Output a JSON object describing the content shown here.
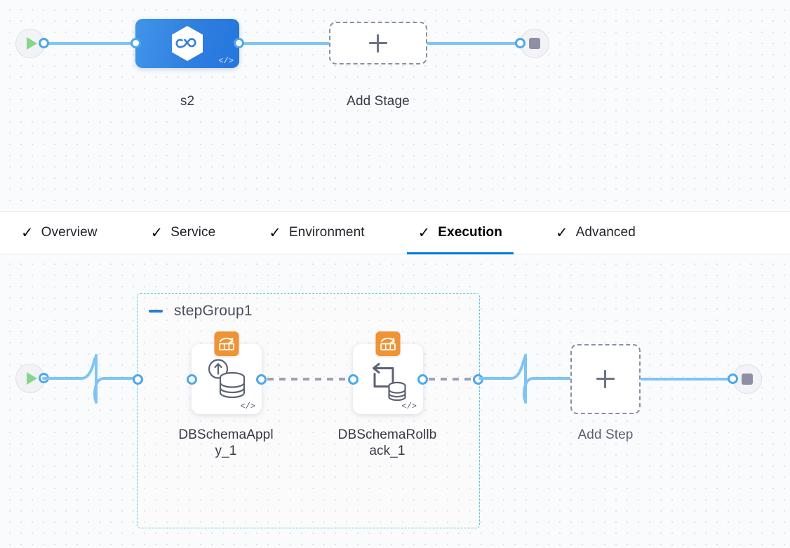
{
  "theme": {
    "accent_blue": "#0278d5",
    "wire_blue": "#7fc4f4",
    "port_blue": "#4da7ec",
    "stage_blue": "#2f7fe0",
    "badge_orange": "#ef9334",
    "group_border": "#56c2e0",
    "canvas_bg": "#fafbfc",
    "dot_color": "#dfe2ea"
  },
  "stage_canvas": {
    "start_node": {
      "icon": "play-icon",
      "label": ""
    },
    "stage": {
      "name": "s2",
      "icon": "harness-hexagon-infinity-icon",
      "code_icon": "code-brackets-icon"
    },
    "add_stage": {
      "label": "Add Stage",
      "icon": "plus-icon"
    },
    "end_node": {
      "icon": "stop-square-icon"
    }
  },
  "tabs": {
    "items": [
      {
        "label": "Overview",
        "icon": "check-icon",
        "active": false
      },
      {
        "label": "Service",
        "icon": "check-icon",
        "active": false
      },
      {
        "label": "Environment",
        "icon": "check-icon",
        "active": false
      },
      {
        "label": "Execution",
        "icon": "check-icon",
        "active": true
      },
      {
        "label": "Advanced",
        "icon": "check-icon",
        "active": false
      }
    ]
  },
  "step_canvas": {
    "start_node": {
      "icon": "play-icon"
    },
    "step_group": {
      "title": "stepGroup1",
      "collapse_icon": "minus-icon",
      "steps": [
        {
          "name": "DBSchemaApply_1",
          "label_line1": "DBSchemaAppl",
          "label_line2": "y_1",
          "badge_icon": "db-migration-badge-icon",
          "main_icon": "database-apply-up-arrow-icon",
          "code_icon": "code-brackets-icon"
        },
        {
          "name": "DBSchemaRollback_1",
          "label_line1": "DBSchemaRollb",
          "label_line2": "ack_1",
          "badge_icon": "db-migration-badge-icon",
          "main_icon": "database-rollback-arrow-icon",
          "code_icon": "code-brackets-icon"
        }
      ]
    },
    "add_step": {
      "label": "Add Step",
      "icon": "plus-icon"
    },
    "end_node": {
      "icon": "stop-square-icon"
    }
  }
}
